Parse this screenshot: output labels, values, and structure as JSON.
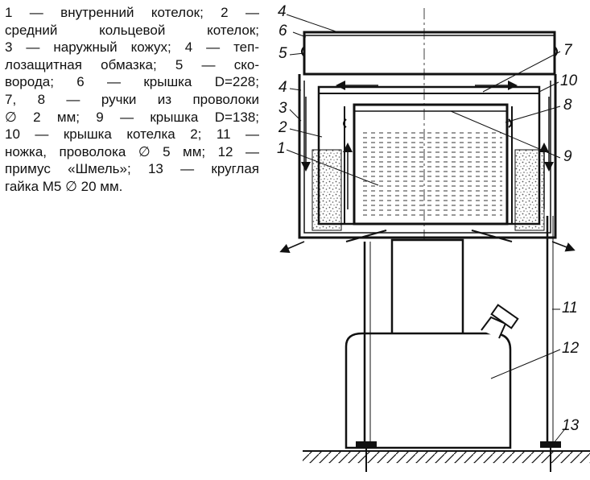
{
  "caption": {
    "lines": [
      "1 — внутренний котелок; 2 —",
      "средний кольцевой котелок;",
      "3 — наружный кожух; 4 — теп-",
      "лозащитная обмазка; 5 — ско-",
      "ворода; 6 — крышка D=228;",
      "7, 8 — ручки из проволоки",
      "∅ 2 мм; 9 — крышка D=138;",
      "10 — крышка котелка 2; 11 —",
      "ножка, проволока ∅ 5 мм; 12 —",
      "примус «Шмель»; 13 — круглая",
      "гайка М5 ∅ 20 мм."
    ]
  },
  "labels": {
    "l1": "1",
    "l2": "2",
    "l3": "3",
    "l4a": "4",
    "l4b": "4",
    "l5": "5",
    "l6": "6",
    "l7": "7",
    "l8": "8",
    "l9": "9",
    "l10": "10",
    "l11": "11",
    "l12": "12",
    "l13": "13"
  },
  "colors": {
    "ink": "#111111",
    "paper": "#ffffff",
    "insulation": "#d9d9d9",
    "water": "#9a9a9a"
  }
}
